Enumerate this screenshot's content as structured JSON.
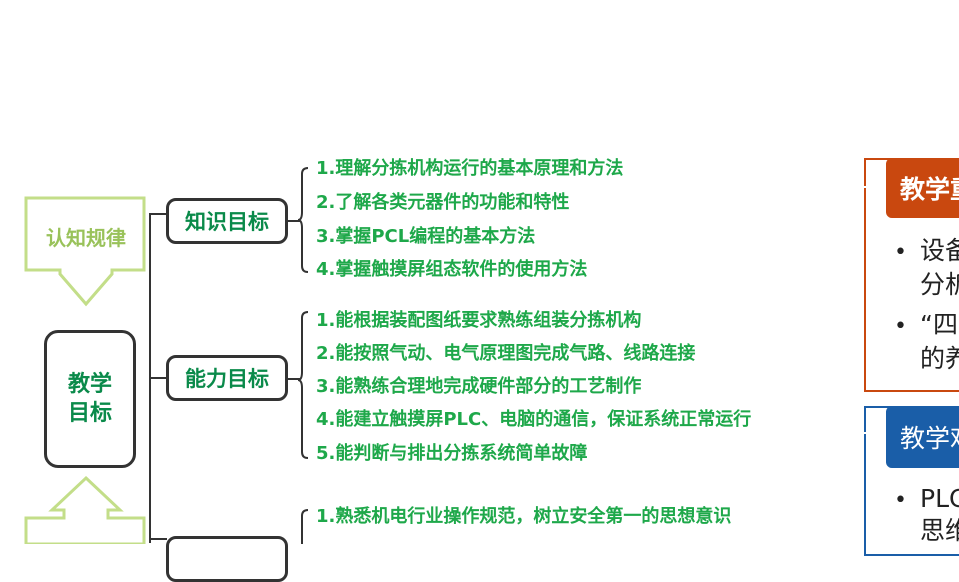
{
  "left_flow": {
    "cognitive_law_label": "认知规律",
    "center_label_line1": "教学",
    "center_label_line2": "目标"
  },
  "categories": [
    {
      "label": "知识目标",
      "items": [
        "1.理解分拣机构运行的基本原理和方法",
        "2.了解各类元器件的功能和特性",
        "3.掌握PCL编程的基本方法",
        "4.掌握触摸屏组态软件的使用方法"
      ]
    },
    {
      "label": "能力目标",
      "items": [
        "1.能根据装配图纸要求熟练组装分拣机构",
        "2.能按照气动、电气原理图完成气路、线路连接",
        "3.能熟练合理地完成硬件部分的工艺制作",
        "4.能建立触摸屏PLC、电脑的通信，保证系统正常运行",
        "5.能判断与排出分拣系统简单故障"
      ]
    },
    {
      "label": "",
      "items": [
        "1.熟悉机电行业操作规范，树立安全第一的思想意识"
      ]
    }
  ],
  "right_panels": [
    {
      "title": "教学重",
      "bullets": [
        {
          "mark": "•",
          "line1": "设备",
          "line2": "分析"
        },
        {
          "mark": "•",
          "line1": "“四",
          "line2": "的养"
        }
      ],
      "accent": "#c9480f"
    },
    {
      "title": "教学难",
      "bullets": [
        {
          "mark": "•",
          "line1": "PLC",
          "line2": "思维"
        }
      ],
      "accent": "#1a5ea8"
    }
  ],
  "colors": {
    "green_text": "#1ea84a",
    "label_green": "#0a8a4a",
    "light_green": "#c3de89",
    "orange": "#c9480f",
    "blue": "#1a5ea8"
  }
}
